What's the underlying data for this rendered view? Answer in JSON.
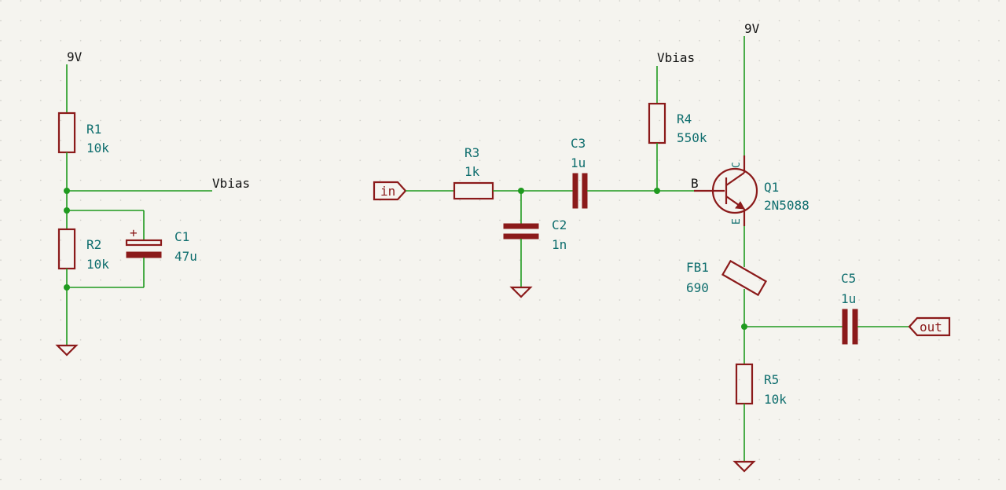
{
  "nets": {
    "power_left": "9V",
    "power_right": "9V",
    "vbias_left": "Vbias",
    "vbias_right": "Vbias"
  },
  "ports": {
    "in": "in",
    "out": "out"
  },
  "components": {
    "R1": {
      "ref": "R1",
      "value": "10k"
    },
    "R2": {
      "ref": "R2",
      "value": "10k"
    },
    "C1": {
      "ref": "C1",
      "value": "47u",
      "polarity": "+"
    },
    "R3": {
      "ref": "R3",
      "value": "1k"
    },
    "C2": {
      "ref": "C2",
      "value": "1n"
    },
    "C3": {
      "ref": "C3",
      "value": "1u"
    },
    "R4": {
      "ref": "R4",
      "value": "550k"
    },
    "Q1": {
      "ref": "Q1",
      "value": "2N5088",
      "pin_b": "B",
      "pin_c": "C",
      "pin_e": "E"
    },
    "FB1": {
      "ref": "FB1",
      "value": "690"
    },
    "C5": {
      "ref": "C5",
      "value": "1u"
    },
    "R5": {
      "ref": "R5",
      "value": "10k"
    }
  },
  "colors": {
    "wire": "#1f9a1f",
    "symbol": "#8b1a1a",
    "reference": "#0f6e6e",
    "background": "#f5f4ef"
  }
}
